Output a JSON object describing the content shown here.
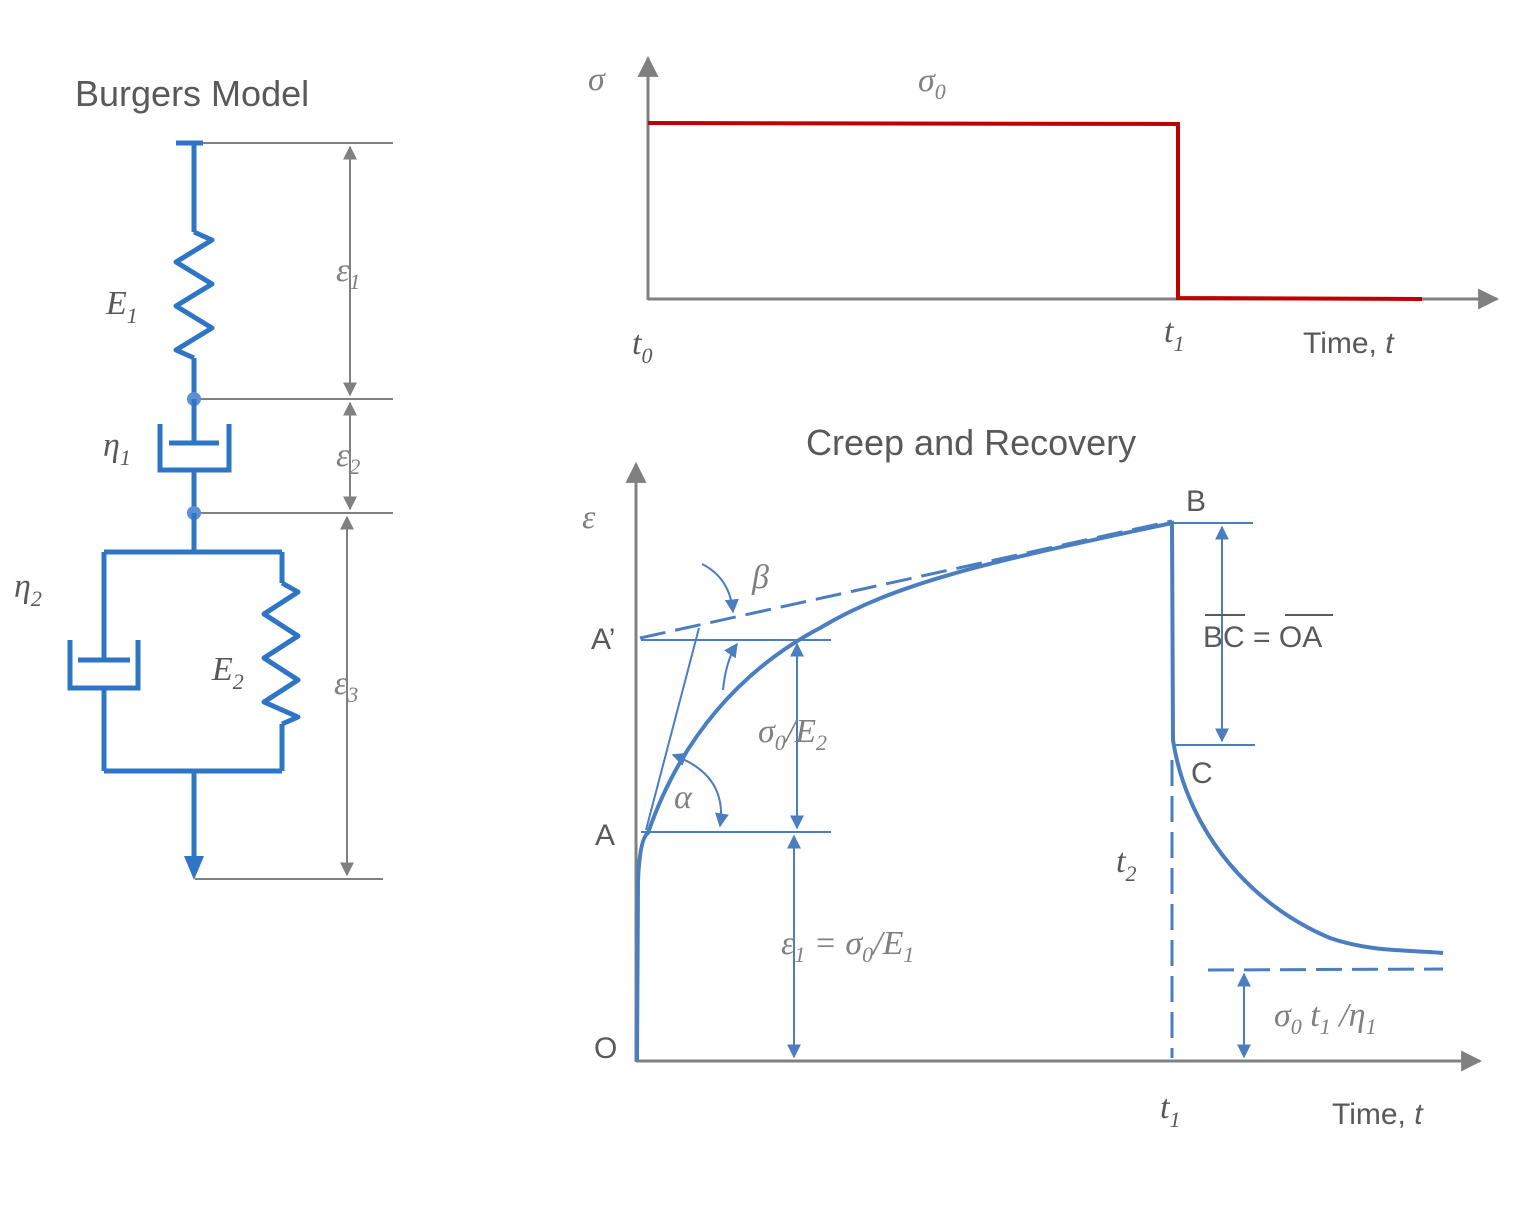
{
  "model": {
    "title": "Burgers Model",
    "e1_label": "E",
    "e1_sub": "1",
    "eta1_label": "η",
    "eta1_sub": "1",
    "eta2_label": "η",
    "eta2_sub": "2",
    "e2_label": "E",
    "e2_sub": "2",
    "strain1": "ε",
    "strain1_sub": "1",
    "strain2": "ε",
    "strain2_sub": "2",
    "strain3": "ε",
    "strain3_sub": "3"
  },
  "stress_plot": {
    "y_label": "σ",
    "level_label": "σ",
    "level_sub": "0",
    "t0_label": "t",
    "t0_sub": "0",
    "t1_label": "t",
    "t1_sub": "1",
    "x_label_text": "Time, ",
    "x_label_var": "t"
  },
  "creep_plot": {
    "title": "Creep and Recovery",
    "y_label": "ε",
    "point_O": "O",
    "point_A": "A",
    "point_A_prime": "A’",
    "point_B": "B",
    "point_C": "C",
    "beta": "β",
    "alpha": "α",
    "bc_left": "BC",
    "bc_eq": " = ",
    "bc_right": "OA",
    "sigma_e2_a": "σ",
    "sigma_e2_a_sub": "0",
    "sigma_e2_b": "/E",
    "sigma_e2_b_sub": "2",
    "e1_eq_a": "ε",
    "e1_eq_a_sub": "1",
    "e1_eq_b": " = σ",
    "e1_eq_b_sub": "0",
    "e1_eq_c": "/E",
    "e1_eq_c_sub": "1",
    "perm_a": "σ",
    "perm_a_sub": "0",
    "perm_b": " t",
    "perm_b_sub": "1",
    "perm_c": " /η",
    "perm_c_sub": "1",
    "t1_label": "t",
    "t1_sub": "1",
    "t2_label": "t",
    "t2_sub": "2",
    "x_label_text": "Time, ",
    "x_label_var": "t"
  },
  "colors": {
    "model_blue": "#2f75c6",
    "curve_blue": "#4a7ec0",
    "stress_red": "#c00000",
    "axis_grey": "#808080",
    "text_grey": "#595959"
  }
}
